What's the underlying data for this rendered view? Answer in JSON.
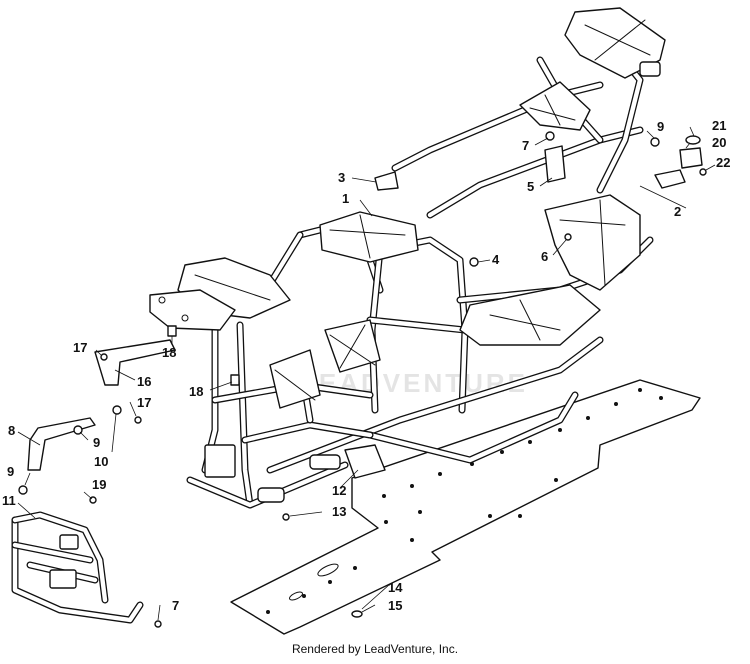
{
  "footer": {
    "credit": "Rendered by LeadVenture, Inc."
  },
  "watermark": {
    "text": "LEADVENTURE"
  },
  "callouts": [
    {
      "id": "c1",
      "label": "1"
    },
    {
      "id": "c2",
      "label": "2"
    },
    {
      "id": "c3",
      "label": "3"
    },
    {
      "id": "c4",
      "label": "4"
    },
    {
      "id": "c5",
      "label": "5"
    },
    {
      "id": "c6",
      "label": "6"
    },
    {
      "id": "c7a",
      "label": "7"
    },
    {
      "id": "c7b",
      "label": "7"
    },
    {
      "id": "c8",
      "label": "8"
    },
    {
      "id": "c9a",
      "label": "9"
    },
    {
      "id": "c9b",
      "label": "9"
    },
    {
      "id": "c9c",
      "label": "9"
    },
    {
      "id": "c10",
      "label": "10"
    },
    {
      "id": "c11",
      "label": "11"
    },
    {
      "id": "c12",
      "label": "12"
    },
    {
      "id": "c13",
      "label": "13"
    },
    {
      "id": "c14",
      "label": "14"
    },
    {
      "id": "c15",
      "label": "15"
    },
    {
      "id": "c16",
      "label": "16"
    },
    {
      "id": "c17a",
      "label": "17"
    },
    {
      "id": "c17b",
      "label": "17"
    },
    {
      "id": "c18a",
      "label": "18"
    },
    {
      "id": "c18b",
      "label": "18"
    },
    {
      "id": "c19",
      "label": "19"
    },
    {
      "id": "c20",
      "label": "20"
    },
    {
      "id": "c21",
      "label": "21"
    },
    {
      "id": "c22",
      "label": "22"
    }
  ]
}
